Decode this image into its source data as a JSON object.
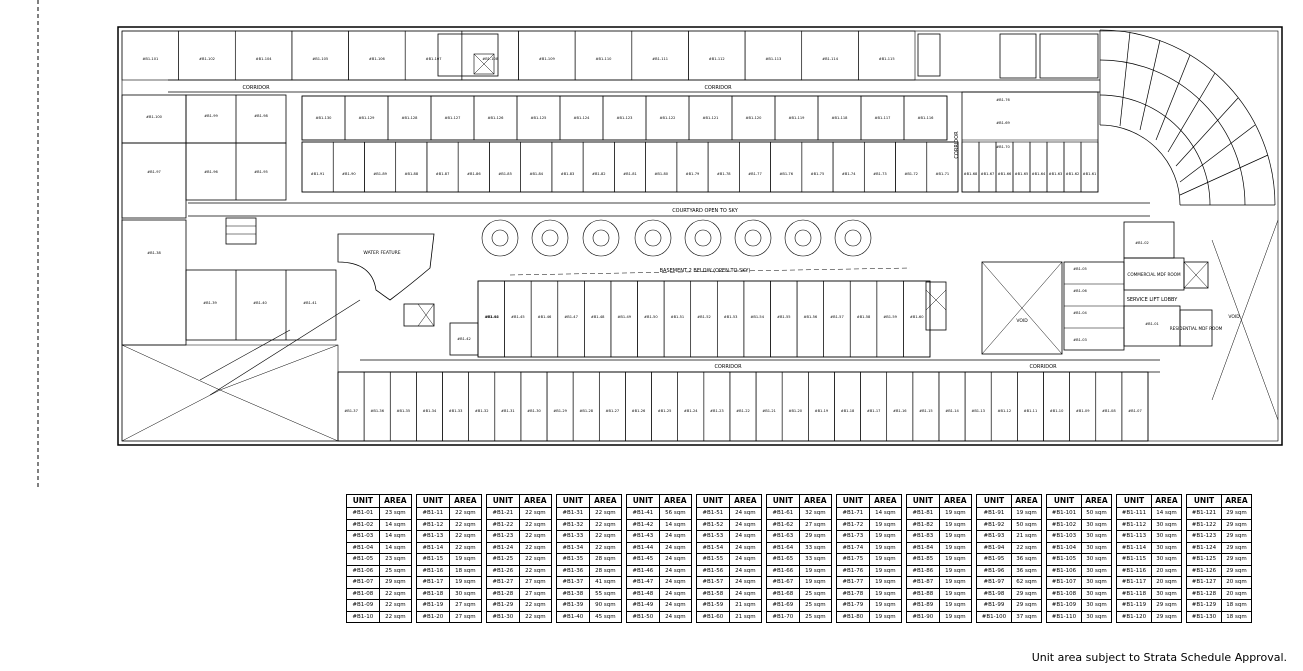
{
  "plan": {
    "labels": {
      "corridor": "CORRIDOR",
      "courtyard": "COURTYARD OPEN TO SKY",
      "basement": "BASEMENT 2 BELOW (OPEN TO SKY)",
      "water_feature": "WATER FEATURE",
      "commercial_mdf": "COMMERCIAL MDF ROOM",
      "service_lift": "SERVICE LIFT LOBBY",
      "residential_mdf": "RESIDENTIAL MDF ROOM",
      "void": "VOID"
    },
    "top_row_units": [
      "#B1-101",
      "#B1-102",
      "#B1-104",
      "#B1-105",
      "#B1-106",
      "#B1-107",
      "#B1-108",
      "#B1-109",
      "#B1-110",
      "#B1-111",
      "#B1-112",
      "#B1-113",
      "#B1-114",
      "#B1-115"
    ],
    "inner_upper_units": [
      "#B1-130",
      "#B1-129",
      "#B1-128",
      "#B1-127",
      "#B1-126",
      "#B1-125",
      "#B1-124",
      "#B1-123",
      "#B1-122",
      "#B1-121",
      "#B1-120",
      "#B1-119",
      "#B1-118",
      "#B1-117",
      "#B1-116"
    ],
    "lower_courtyard_units": [
      "#B1-91",
      "#B1-90",
      "#B1-89",
      "#B1-88",
      "#B1-87",
      "#B1-86",
      "#B1-85",
      "#B1-84",
      "#B1-83",
      "#B1-82",
      "#B1-81",
      "#B1-80",
      "#B1-79",
      "#B1-78",
      "#B1-77",
      "#B1-76",
      "#B1-75",
      "#B1-74",
      "#B1-73",
      "#B1-72",
      "#B1-71"
    ],
    "right_upper_units": [
      "#B1-68",
      "#B1-67",
      "#B1-66",
      "#B1-65",
      "#B1-64",
      "#B1-63",
      "#B1-62",
      "#B1-61"
    ],
    "basement_row_units": [
      "#B1-44",
      "#B1-45",
      "#B1-46",
      "#B1-47",
      "#B1-48",
      "#B1-49",
      "#B1-50",
      "#B1-51",
      "#B1-52",
      "#B1-53",
      "#B1-54",
      "#B1-55",
      "#B1-56",
      "#B1-57",
      "#B1-58",
      "#B1-59",
      "#B1-60"
    ],
    "bottom_row_units": [
      "#B1-37",
      "#B1-36",
      "#B1-35",
      "#B1-34",
      "#B1-33",
      "#B1-32",
      "#B1-31",
      "#B1-30",
      "#B1-29",
      "#B1-28",
      "#B1-27",
      "#B1-26",
      "#B1-25",
      "#B1-24",
      "#B1-23",
      "#B1-22",
      "#B1-21",
      "#B1-20",
      "#B1-19",
      "#B1-18",
      "#B1-17",
      "#B1-16",
      "#B1-15",
      "#B1-14",
      "#B1-13",
      "#B1-12",
      "#B1-11",
      "#B1-10",
      "#B1-09",
      "#B1-08",
      "#B1-07"
    ],
    "left_units": [
      "#B1-100",
      "#B1-99",
      "#B1-98",
      "#B1-97",
      "#B1-96",
      "#B1-95",
      "#B1-38",
      "#B1-39",
      "#B1-40",
      "#B1-41"
    ],
    "misc_units": [
      "#B1-43",
      "#B1-42",
      "#B1-76",
      "#B1-69",
      "#B1-70",
      "#B1-05",
      "#B1-06",
      "#B1-04",
      "#B1-03",
      "#B1-02",
      "#B1-01"
    ]
  },
  "schedule": {
    "header_unit": "UNIT",
    "header_area": "AREA",
    "columns": [
      [
        [
          "#B1-01",
          "23 sqm"
        ],
        [
          "#B1-02",
          "14 sqm"
        ],
        [
          "#B1-03",
          "14 sqm"
        ],
        [
          "#B1-04",
          "14 sqm"
        ],
        [
          "#B1-05",
          "23 sqm"
        ],
        [
          "#B1-06",
          "25 sqm"
        ],
        [
          "#B1-07",
          "29 sqm"
        ],
        [
          "#B1-08",
          "22 sqm"
        ],
        [
          "#B1-09",
          "22 sqm"
        ],
        [
          "#B1-10",
          "22 sqm"
        ]
      ],
      [
        [
          "#B1-11",
          "22 sqm"
        ],
        [
          "#B1-12",
          "22 sqm"
        ],
        [
          "#B1-13",
          "22 sqm"
        ],
        [
          "#B1-14",
          "22 sqm"
        ],
        [
          "#B1-15",
          "19 sqm"
        ],
        [
          "#B1-16",
          "18 sqm"
        ],
        [
          "#B1-17",
          "19 sqm"
        ],
        [
          "#B1-18",
          "30 sqm"
        ],
        [
          "#B1-19",
          "27 sqm"
        ],
        [
          "#B1-20",
          "27 sqm"
        ]
      ],
      [
        [
          "#B1-21",
          "22 sqm"
        ],
        [
          "#B1-22",
          "22 sqm"
        ],
        [
          "#B1-23",
          "22 sqm"
        ],
        [
          "#B1-24",
          "22 sqm"
        ],
        [
          "#B1-25",
          "22 sqm"
        ],
        [
          "#B1-26",
          "22 sqm"
        ],
        [
          "#B1-27",
          "27 sqm"
        ],
        [
          "#B1-28",
          "27 sqm"
        ],
        [
          "#B1-29",
          "22 sqm"
        ],
        [
          "#B1-30",
          "22 sqm"
        ]
      ],
      [
        [
          "#B1-31",
          "22 sqm"
        ],
        [
          "#B1-32",
          "22 sqm"
        ],
        [
          "#B1-33",
          "22 sqm"
        ],
        [
          "#B1-34",
          "22 sqm"
        ],
        [
          "#B1-35",
          "28 sqm"
        ],
        [
          "#B1-36",
          "28 sqm"
        ],
        [
          "#B1-37",
          "41 sqm"
        ],
        [
          "#B1-38",
          "55 sqm"
        ],
        [
          "#B1-39",
          "90 sqm"
        ],
        [
          "#B1-40",
          "45 sqm"
        ]
      ],
      [
        [
          "#B1-41",
          "56 sqm"
        ],
        [
          "#B1-42",
          "14 sqm"
        ],
        [
          "#B1-43",
          "24 sqm"
        ],
        [
          "#B1-44",
          "24 sqm"
        ],
        [
          "#B1-45",
          "24 sqm"
        ],
        [
          "#B1-46",
          "24 sqm"
        ],
        [
          "#B1-47",
          "24 sqm"
        ],
        [
          "#B1-48",
          "24 sqm"
        ],
        [
          "#B1-49",
          "24 sqm"
        ],
        [
          "#B1-50",
          "24 sqm"
        ]
      ],
      [
        [
          "#B1-51",
          "24 sqm"
        ],
        [
          "#B1-52",
          "24 sqm"
        ],
        [
          "#B1-53",
          "24 sqm"
        ],
        [
          "#B1-54",
          "24 sqm"
        ],
        [
          "#B1-55",
          "24 sqm"
        ],
        [
          "#B1-56",
          "24 sqm"
        ],
        [
          "#B1-57",
          "24 sqm"
        ],
        [
          "#B1-58",
          "24 sqm"
        ],
        [
          "#B1-59",
          "21 sqm"
        ],
        [
          "#B1-60",
          "21 sqm"
        ]
      ],
      [
        [
          "#B1-61",
          "32 sqm"
        ],
        [
          "#B1-62",
          "27 sqm"
        ],
        [
          "#B1-63",
          "29 sqm"
        ],
        [
          "#B1-64",
          "33 sqm"
        ],
        [
          "#B1-65",
          "33 sqm"
        ],
        [
          "#B1-66",
          "19 sqm"
        ],
        [
          "#B1-67",
          "19 sqm"
        ],
        [
          "#B1-68",
          "25 sqm"
        ],
        [
          "#B1-69",
          "25 sqm"
        ],
        [
          "#B1-70",
          "25 sqm"
        ]
      ],
      [
        [
          "#B1-71",
          "14 sqm"
        ],
        [
          "#B1-72",
          "19 sqm"
        ],
        [
          "#B1-73",
          "19 sqm"
        ],
        [
          "#B1-74",
          "19 sqm"
        ],
        [
          "#B1-75",
          "19 sqm"
        ],
        [
          "#B1-76",
          "19 sqm"
        ],
        [
          "#B1-77",
          "19 sqm"
        ],
        [
          "#B1-78",
          "19 sqm"
        ],
        [
          "#B1-79",
          "19 sqm"
        ],
        [
          "#B1-80",
          "19 sqm"
        ]
      ],
      [
        [
          "#B1-81",
          "19 sqm"
        ],
        [
          "#B1-82",
          "19 sqm"
        ],
        [
          "#B1-83",
          "19 sqm"
        ],
        [
          "#B1-84",
          "19 sqm"
        ],
        [
          "#B1-85",
          "19 sqm"
        ],
        [
          "#B1-86",
          "19 sqm"
        ],
        [
          "#B1-87",
          "19 sqm"
        ],
        [
          "#B1-88",
          "19 sqm"
        ],
        [
          "#B1-89",
          "19 sqm"
        ],
        [
          "#B1-90",
          "19 sqm"
        ]
      ],
      [
        [
          "#B1-91",
          "19 sqm"
        ],
        [
          "#B1-92",
          "50 sqm"
        ],
        [
          "#B1-93",
          "21 sqm"
        ],
        [
          "#B1-94",
          "22 sqm"
        ],
        [
          "#B1-95",
          "36 sqm"
        ],
        [
          "#B1-96",
          "36 sqm"
        ],
        [
          "#B1-97",
          "62 sqm"
        ],
        [
          "#B1-98",
          "29 sqm"
        ],
        [
          "#B1-99",
          "29 sqm"
        ],
        [
          "#B1-100",
          "37 sqm"
        ]
      ],
      [
        [
          "#B1-101",
          "50 sqm"
        ],
        [
          "#B1-102",
          "30 sqm"
        ],
        [
          "#B1-103",
          "30 sqm"
        ],
        [
          "#B1-104",
          "30 sqm"
        ],
        [
          "#B1-105",
          "30 sqm"
        ],
        [
          "#B1-106",
          "30 sqm"
        ],
        [
          "#B1-107",
          "30 sqm"
        ],
        [
          "#B1-108",
          "30 sqm"
        ],
        [
          "#B1-109",
          "30 sqm"
        ],
        [
          "#B1-110",
          "30 sqm"
        ]
      ],
      [
        [
          "#B1-111",
          "14 sqm"
        ],
        [
          "#B1-112",
          "30 sqm"
        ],
        [
          "#B1-113",
          "30 sqm"
        ],
        [
          "#B1-114",
          "30 sqm"
        ],
        [
          "#B1-115",
          "30 sqm"
        ],
        [
          "#B1-116",
          "20 sqm"
        ],
        [
          "#B1-117",
          "20 sqm"
        ],
        [
          "#B1-118",
          "30 sqm"
        ],
        [
          "#B1-119",
          "29 sqm"
        ],
        [
          "#B1-120",
          "29 sqm"
        ]
      ],
      [
        [
          "#B1-121",
          "29 sqm"
        ],
        [
          "#B1-122",
          "29 sqm"
        ],
        [
          "#B1-123",
          "29 sqm"
        ],
        [
          "#B1-124",
          "29 sqm"
        ],
        [
          "#B1-125",
          "29 sqm"
        ],
        [
          "#B1-126",
          "29 sqm"
        ],
        [
          "#B1-127",
          "20 sqm"
        ],
        [
          "#B1-128",
          "20 sqm"
        ],
        [
          "#B1-129",
          "18 sqm"
        ],
        [
          "#B1-130",
          "18 sqm"
        ]
      ]
    ]
  },
  "footnote": "Unit area subject to Strata Schedule Approval."
}
